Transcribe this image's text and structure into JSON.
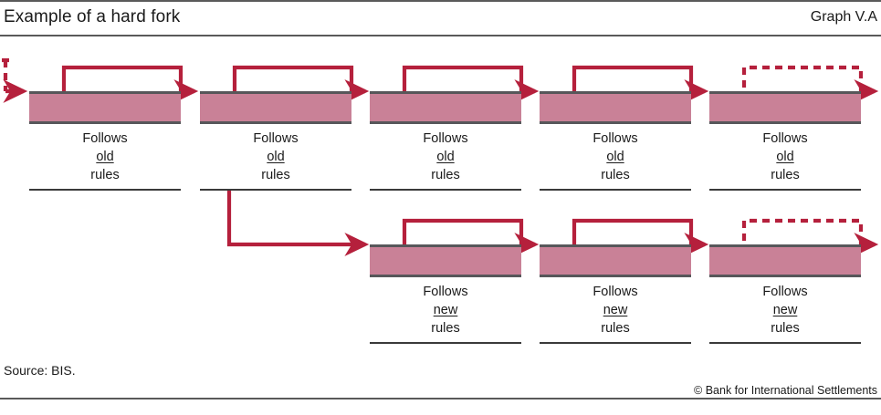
{
  "header": {
    "title": "Example of a hard fork",
    "graph_number": "Graph V.A"
  },
  "footer": {
    "source": "Source: BIS.",
    "copyright": "© Bank for International Settlements"
  },
  "colors": {
    "chain_line": "#b5203c",
    "block_fill": "#c98197",
    "block_border": "#57575a",
    "rule": "#5a5a5a",
    "text": "#1a1a1a"
  },
  "labels": {
    "follows": "Follows",
    "old": "old",
    "new": "new",
    "rules": "rules"
  },
  "chains": [
    {
      "id": "old-rules-chain",
      "rule_type": "old",
      "blocks": [
        {
          "id": "old-block-1",
          "line_1": "Follows",
          "line_2": "old",
          "line_3": "rules"
        },
        {
          "id": "old-block-2",
          "line_1": "Follows",
          "line_2": "old",
          "line_3": "rules"
        },
        {
          "id": "old-block-3",
          "line_1": "Follows",
          "line_2": "old",
          "line_3": "rules"
        },
        {
          "id": "old-block-4",
          "line_1": "Follows",
          "line_2": "old",
          "line_3": "rules"
        },
        {
          "id": "old-block-5",
          "line_1": "Follows",
          "line_2": "old",
          "line_3": "rules"
        }
      ]
    },
    {
      "id": "new-rules-chain",
      "rule_type": "new",
      "blocks": [
        {
          "id": "new-block-1",
          "line_1": "Follows",
          "line_2": "new",
          "line_3": "rules"
        },
        {
          "id": "new-block-2",
          "line_1": "Follows",
          "line_2": "new",
          "line_3": "rules"
        },
        {
          "id": "new-block-3",
          "line_1": "Follows",
          "line_2": "new",
          "line_3": "rules"
        }
      ]
    }
  ]
}
